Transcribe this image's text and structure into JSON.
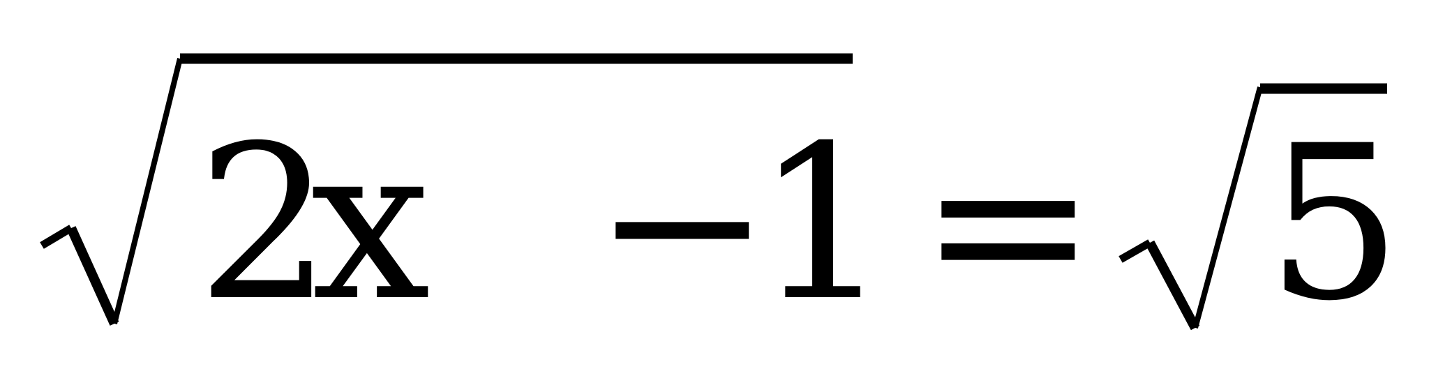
{
  "equation": {
    "left_radicand": {
      "coefficient": "2",
      "variable": "x",
      "operator": "−",
      "constant": "1"
    },
    "relation": "=",
    "right_radicand": "5"
  },
  "colors": {
    "ink": "#000000",
    "background": "#ffffff"
  }
}
